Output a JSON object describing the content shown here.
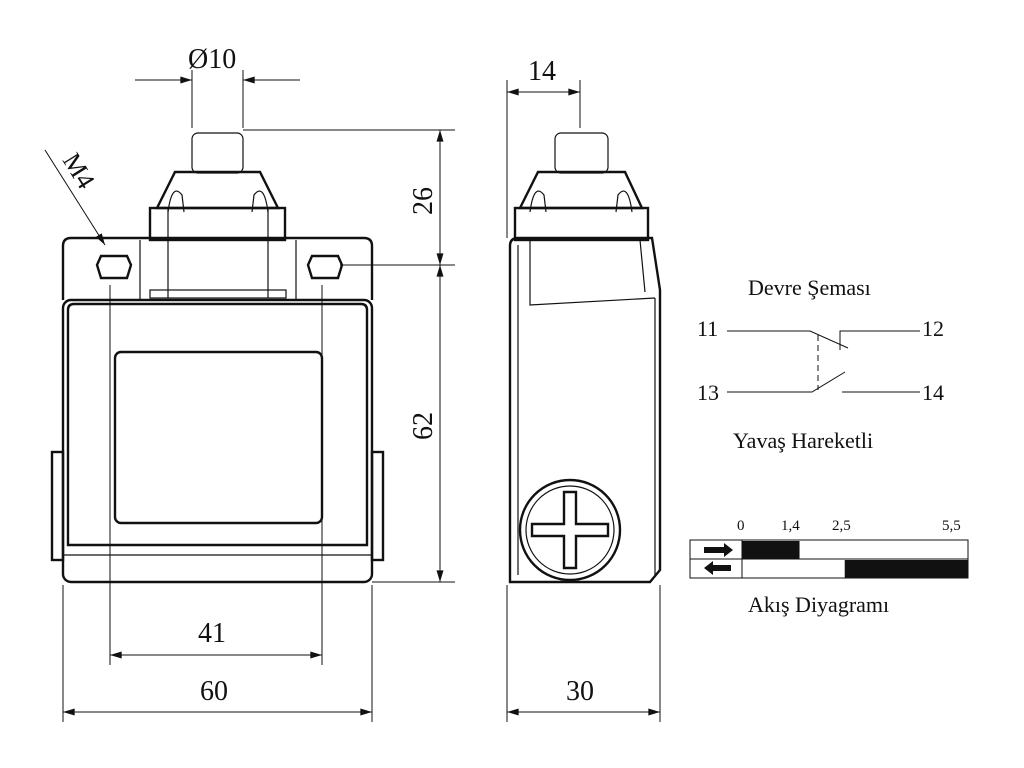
{
  "dimensions": {
    "diameter": "Ø10",
    "thread": "M4",
    "plunger_height": "26",
    "body_height": "62",
    "hole_spacing": "41",
    "width": "60",
    "plunger_offset": "14",
    "depth": "30"
  },
  "circuit": {
    "title": "Devre Şeması",
    "terminals": [
      "11",
      "12",
      "13",
      "14"
    ],
    "caption": "Yavaş Hareketli"
  },
  "flow_diagram": {
    "title": "Akış Diyagramı",
    "ticks": [
      "0",
      "1,4",
      "2,5",
      "5,5"
    ],
    "tick_values": [
      0,
      1.4,
      2.5,
      5.5
    ],
    "forward_closed": [
      0,
      1.4
    ],
    "return_closed": [
      2.5,
      5.5
    ]
  }
}
